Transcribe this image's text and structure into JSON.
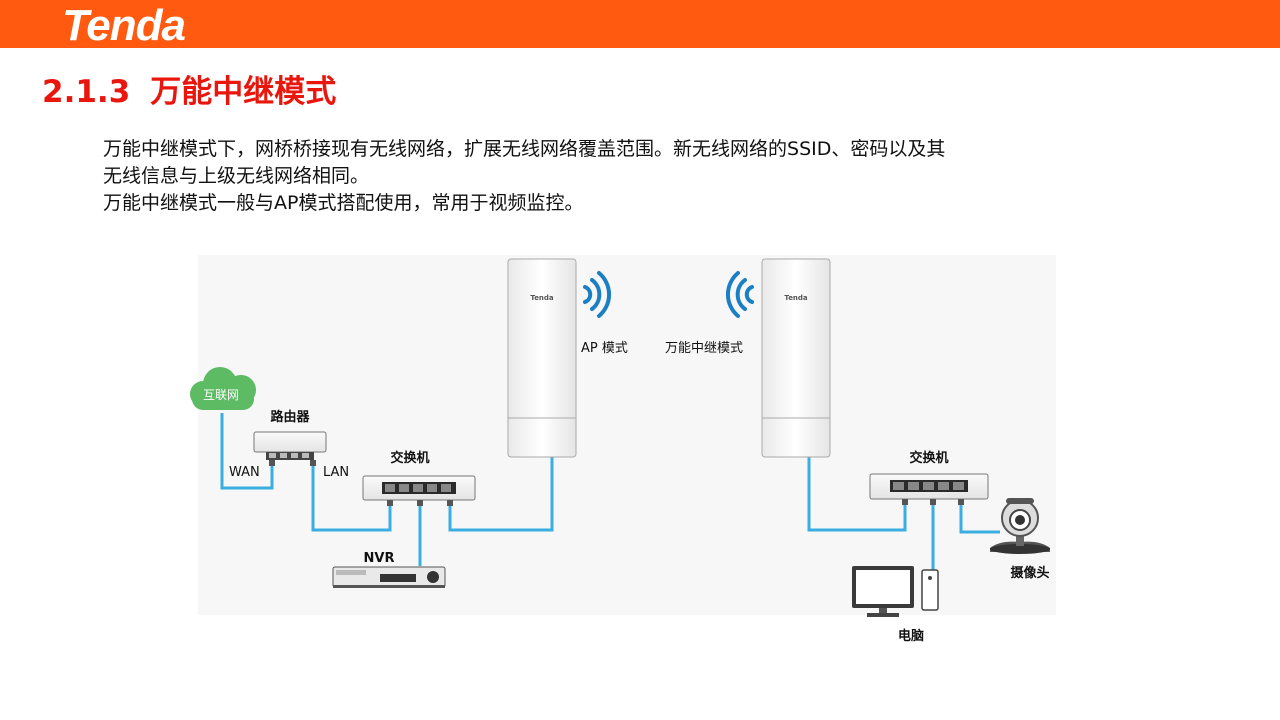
{
  "header": {
    "logo_text": "Tenda",
    "color": "#ff5a0f"
  },
  "slide": {
    "section_number": "2.1.3",
    "title": "万能中继模式",
    "title_color": "#e8160c",
    "paragraphs": [
      "万能中继模式下，网桥桥接现有无线网络，扩展无线网络覆盖范围。新无线网络的SSID、密码以及其",
      "无线信息与上级无线网络相同。",
      "万能中继模式一般与AP模式搭配使用，常用于视频监控。"
    ]
  },
  "diagram": {
    "line_color": "#39aee0",
    "labels": {
      "internet": "互联网",
      "router": "路由器",
      "wan": "WAN",
      "lan": "LAN",
      "switch_left": "交换机",
      "nvr": "NVR",
      "ap_mode": "AP 模式",
      "bridge_brand_left": "Tenda",
      "bridge_brand_right": "Tenda",
      "repeater_mode": "万能中继模式",
      "switch_right": "交换机",
      "camera": "摄像头",
      "pc": "电脑"
    }
  }
}
